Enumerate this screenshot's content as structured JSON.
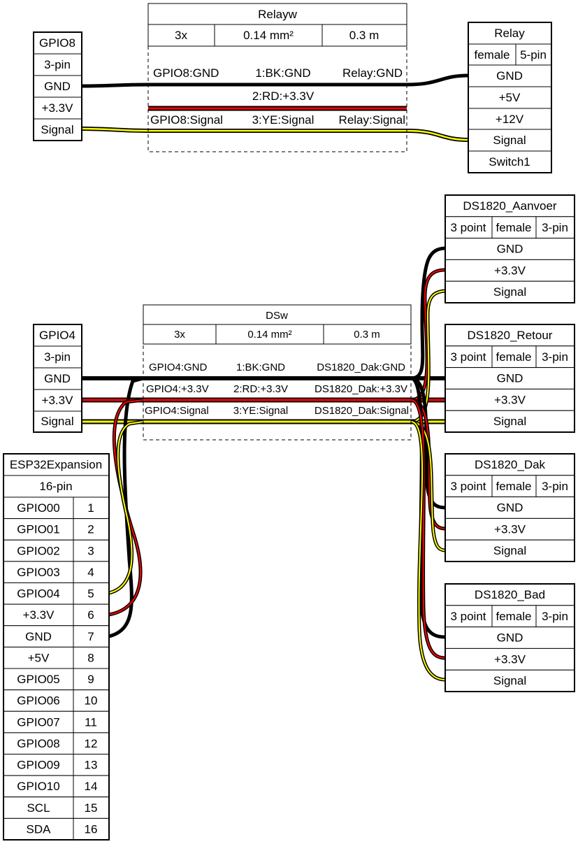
{
  "connectors": {
    "gpio8": {
      "name": "GPIO8",
      "type": "3-pin",
      "pins": [
        "GND",
        "+3.3V",
        "Signal"
      ]
    },
    "relay": {
      "name": "Relay",
      "attrs": [
        "female",
        "5-pin"
      ],
      "pins": [
        "GND",
        "+5V",
        "+12V",
        "Signal",
        "Switch1"
      ]
    },
    "gpio4": {
      "name": "GPIO4",
      "type": "3-pin",
      "pins": [
        "GND",
        "+3.3V",
        "Signal"
      ]
    },
    "esp32": {
      "name": "ESP32Expansion",
      "type": "16-pin",
      "pins": [
        [
          "GPIO00",
          "1"
        ],
        [
          "GPIO01",
          "2"
        ],
        [
          "GPIO02",
          "3"
        ],
        [
          "GPIO03",
          "4"
        ],
        [
          "GPIO04",
          "5"
        ],
        [
          "+3.3V",
          "6"
        ],
        [
          "GND",
          "7"
        ],
        [
          "+5V",
          "8"
        ],
        [
          "GPIO05",
          "9"
        ],
        [
          "GPIO06",
          "10"
        ],
        [
          "GPIO07",
          "11"
        ],
        [
          "GPIO08",
          "12"
        ],
        [
          "GPIO09",
          "13"
        ],
        [
          "GPIO10",
          "14"
        ],
        [
          "SCL",
          "15"
        ],
        [
          "SDA",
          "16"
        ]
      ]
    },
    "ds_aanvoer": {
      "name": "DS1820_Aanvoer",
      "attrs": [
        "3 point",
        "female",
        "3-pin"
      ],
      "pins": [
        "GND",
        "+3.3V",
        "Signal"
      ]
    },
    "ds_retour": {
      "name": "DS1820_Retour",
      "attrs": [
        "3 point",
        "female",
        "3-pin"
      ],
      "pins": [
        "GND",
        "+3.3V",
        "Signal"
      ]
    },
    "ds_dak": {
      "name": "DS1820_Dak",
      "attrs": [
        "3 point",
        "female",
        "3-pin"
      ],
      "pins": [
        "GND",
        "+3.3V",
        "Signal"
      ]
    },
    "ds_bad": {
      "name": "DS1820_Bad",
      "attrs": [
        "3 point",
        "female",
        "3-pin"
      ],
      "pins": [
        "GND",
        "+3.3V",
        "Signal"
      ]
    }
  },
  "cables": {
    "relayw": {
      "name": "Relayw",
      "attrs": [
        "3x",
        "0.14 mm²",
        "0.3 m"
      ],
      "wires": [
        {
          "left": "GPIO8:GND",
          "mid": "1:BK:GND",
          "right": "Relay:GND"
        },
        {
          "left": "",
          "mid": "2:RD:+3.3V",
          "right": ""
        },
        {
          "left": "GPIO8:Signal",
          "mid": "3:YE:Signal",
          "right": "Relay:Signal"
        }
      ]
    },
    "dsw": {
      "name": "DSw",
      "attrs": [
        "3x",
        "0.14 mm²",
        "0.3 m"
      ],
      "wires": [
        {
          "left": "GPIO4:GND",
          "mid": "1:BK:GND",
          "right": "DS1820_Dak:GND"
        },
        {
          "left": "GPIO4:+3.3V",
          "mid": "2:RD:+3.3V",
          "right": "DS1820_Dak:+3.3V"
        },
        {
          "left": "GPIO4:Signal",
          "mid": "3:YE:Signal",
          "right": "DS1820_Dak:Signal"
        }
      ]
    }
  },
  "colors": {
    "black": "#000000",
    "red": "#ff0000",
    "yellow": "#ffff00"
  }
}
